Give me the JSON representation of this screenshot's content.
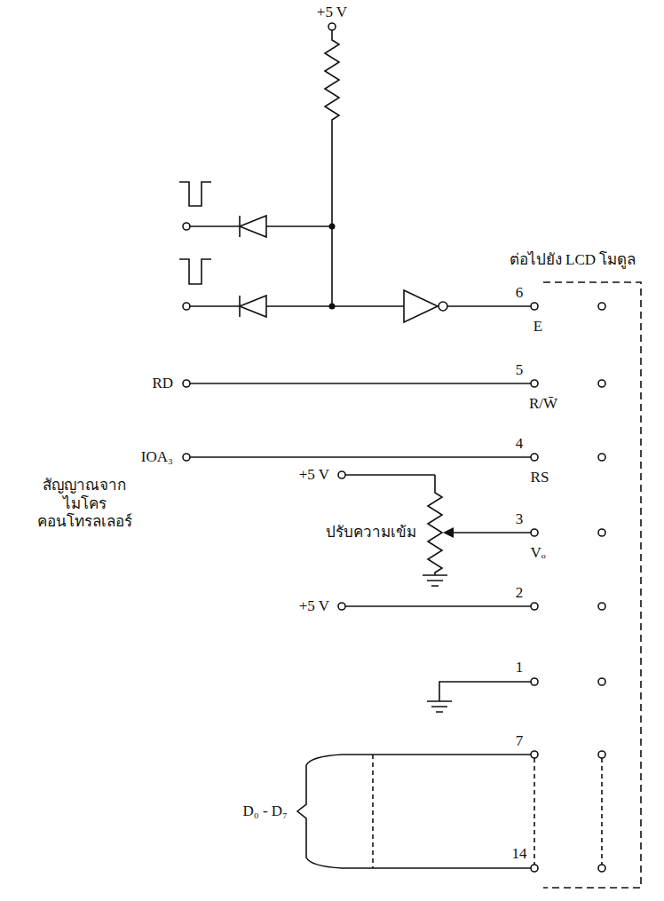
{
  "diagram": {
    "labels": [
      "+5 V",
      "ต่อไปยัง LCD โมดูล",
      "6",
      "E",
      "RD",
      "5",
      "R/W̄",
      "IOA₃",
      "4",
      "RS",
      "สัญญาณจาก ไมโครคอนโทรลเลอร์",
      "+5 V",
      "ปรับความเข้ม",
      "3",
      "Vₒ",
      "+5 V",
      "2",
      "1",
      "7",
      "D₀ - D₇",
      "14"
    ]
  }
}
